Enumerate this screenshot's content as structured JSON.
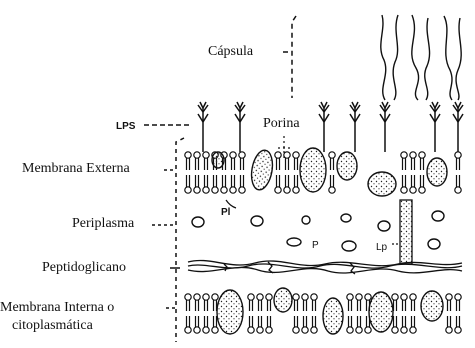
{
  "labels": {
    "capsule": "Cápsula",
    "lps": "LPS",
    "porin": "Porina",
    "outer_membrane": "Membrana Externa",
    "periplasm": "Periplasma",
    "peptidoglycan": "Peptidoglicano",
    "inner_membrane_line1": "Membrana Interna o",
    "inner_membrane_line2": "citoplasmática",
    "pl": "Pl",
    "p": "P",
    "lp": "Lp"
  }
}
